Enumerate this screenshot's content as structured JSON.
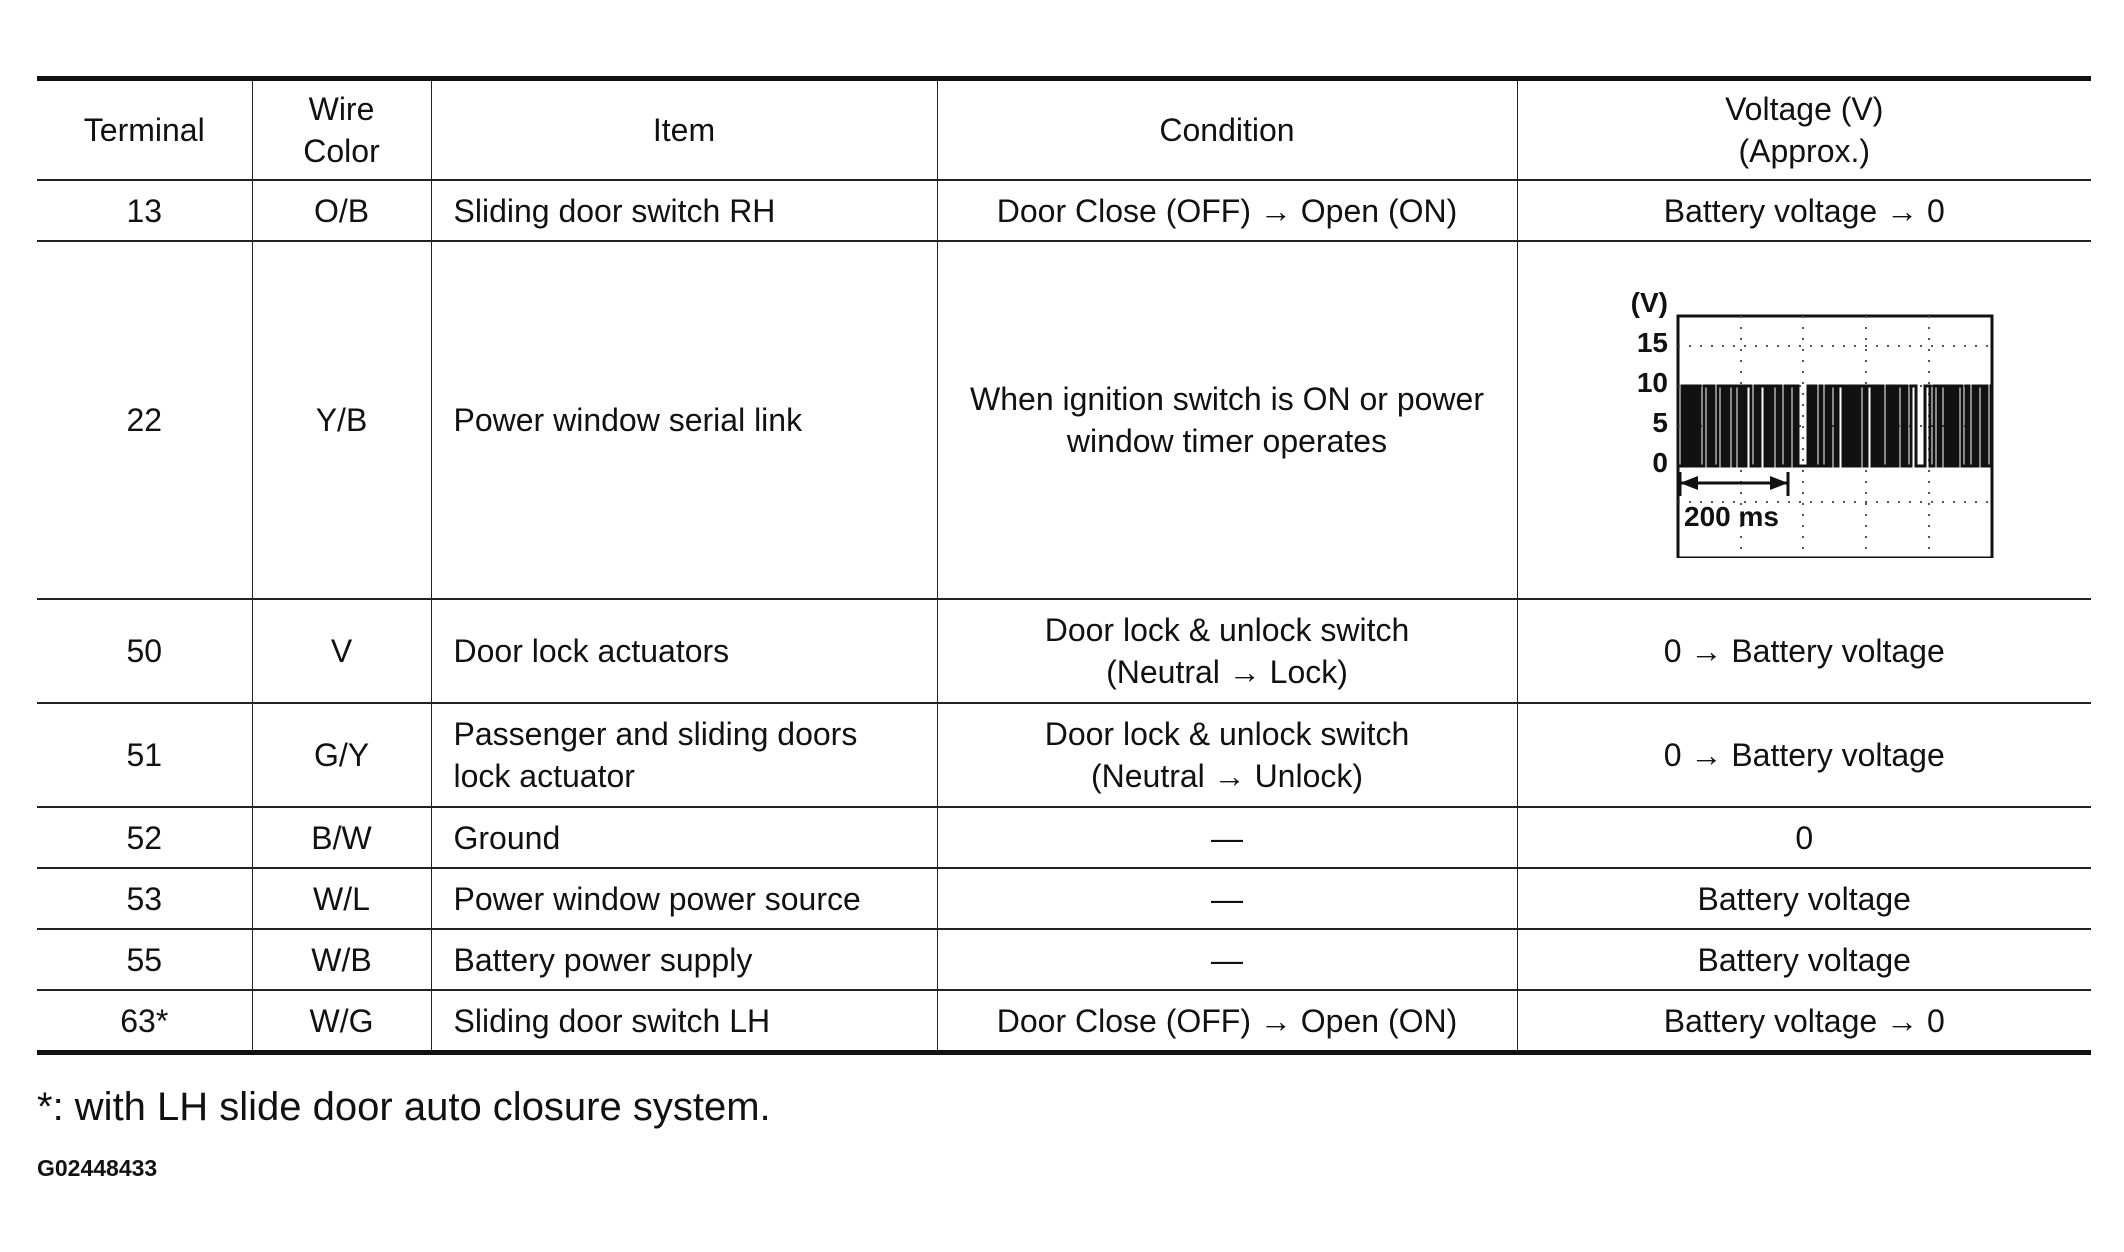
{
  "columns": {
    "terminal": "Terminal",
    "wire_color": [
      "Wire",
      "Color"
    ],
    "item": "Item",
    "condition": "Condition",
    "voltage": [
      "Voltage (V)",
      "(Approx.)"
    ]
  },
  "rows": [
    {
      "terminal": "13",
      "wire": "O/B",
      "item": [
        "Sliding door switch RH"
      ],
      "condition": [
        "Door Close (OFF) → Open (ON)"
      ],
      "voltage": "Battery voltage → 0"
    },
    {
      "terminal": "22",
      "wire": "Y/B",
      "item": [
        "Power window serial link"
      ],
      "condition": [
        "When ignition switch is ON or power",
        "window timer operates"
      ],
      "voltage": ""
    },
    {
      "terminal": "50",
      "wire": "V",
      "item": [
        "Door lock actuators"
      ],
      "condition": [
        "Door lock & unlock switch",
        "(Neutral → Lock)"
      ],
      "voltage": "0 → Battery voltage"
    },
    {
      "terminal": "51",
      "wire": "G/Y",
      "item": [
        "Passenger and sliding doors",
        "lock actuator"
      ],
      "condition": [
        "Door lock & unlock switch",
        "(Neutral → Unlock)"
      ],
      "voltage": "0 → Battery voltage"
    },
    {
      "terminal": "52",
      "wire": "B/W",
      "item": [
        "Ground"
      ],
      "condition": [
        "—"
      ],
      "voltage": "0"
    },
    {
      "terminal": "53",
      "wire": "W/L",
      "item": [
        "Power window power source"
      ],
      "condition": [
        "—"
      ],
      "voltage": "Battery voltage"
    },
    {
      "terminal": "55",
      "wire": "W/B",
      "item": [
        "Battery power supply"
      ],
      "condition": [
        "—"
      ],
      "voltage": "Battery voltage"
    },
    {
      "terminal": "63*",
      "wire": "W/G",
      "item": [
        "Sliding door switch LH"
      ],
      "condition": [
        "Door Close (OFF) → Open (ON)"
      ],
      "voltage": "Battery voltage → 0"
    }
  ],
  "waveform": {
    "unit_label": "(V)",
    "y_ticks": [
      "15",
      "10",
      "5",
      "0"
    ],
    "time_label": "200 ms",
    "high_level_v": 10,
    "low_level_v": 0
  },
  "footnote": "*: with LH slide door auto closure system.",
  "figure_id": "G02448433"
}
